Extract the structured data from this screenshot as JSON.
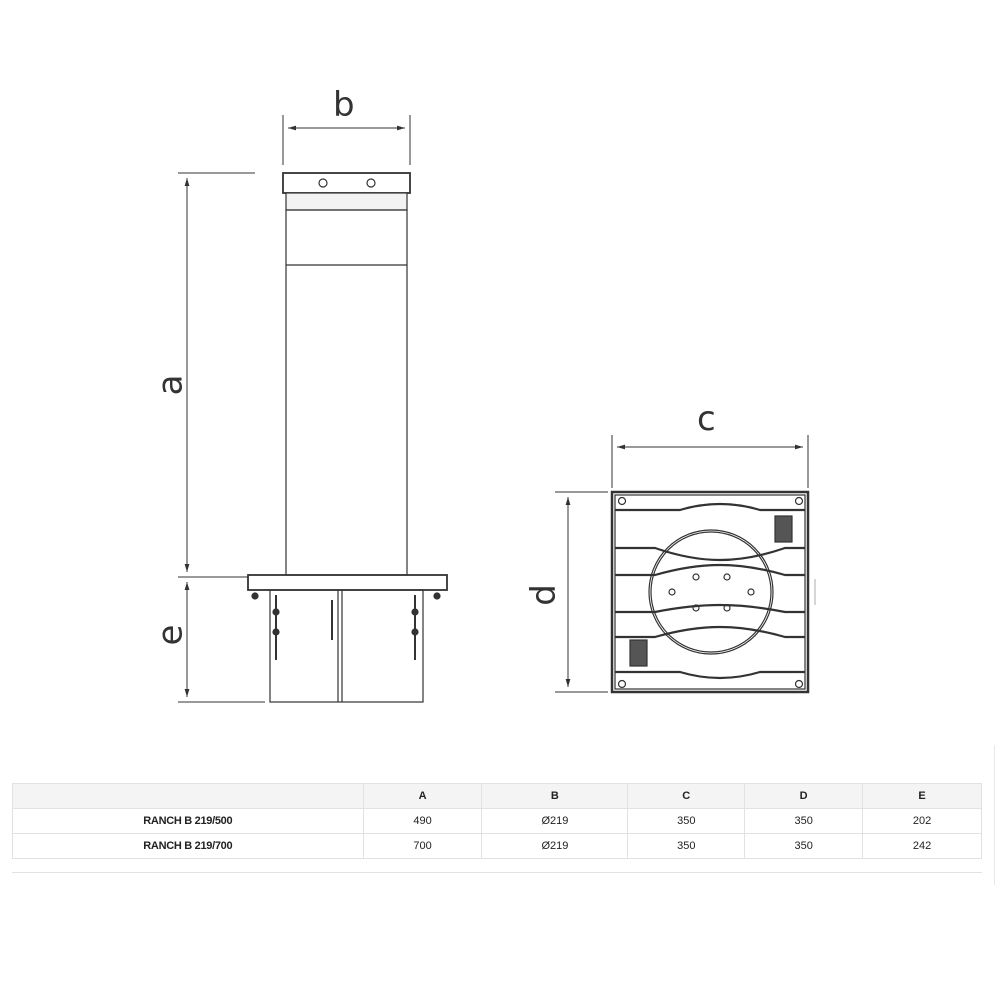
{
  "drawing": {
    "labels": {
      "a": "a",
      "b": "b",
      "c": "c",
      "d": "d",
      "e": "e"
    }
  },
  "table": {
    "headers": [
      "",
      "A",
      "B",
      "C",
      "D",
      "E"
    ],
    "rows": [
      {
        "name": "RANCH B 219/500",
        "values": [
          "490",
          "Ø219",
          "350",
          "350",
          "202"
        ]
      },
      {
        "name": "RANCH B 219/700",
        "values": [
          "700",
          "Ø219",
          "350",
          "350",
          "242"
        ]
      }
    ]
  }
}
